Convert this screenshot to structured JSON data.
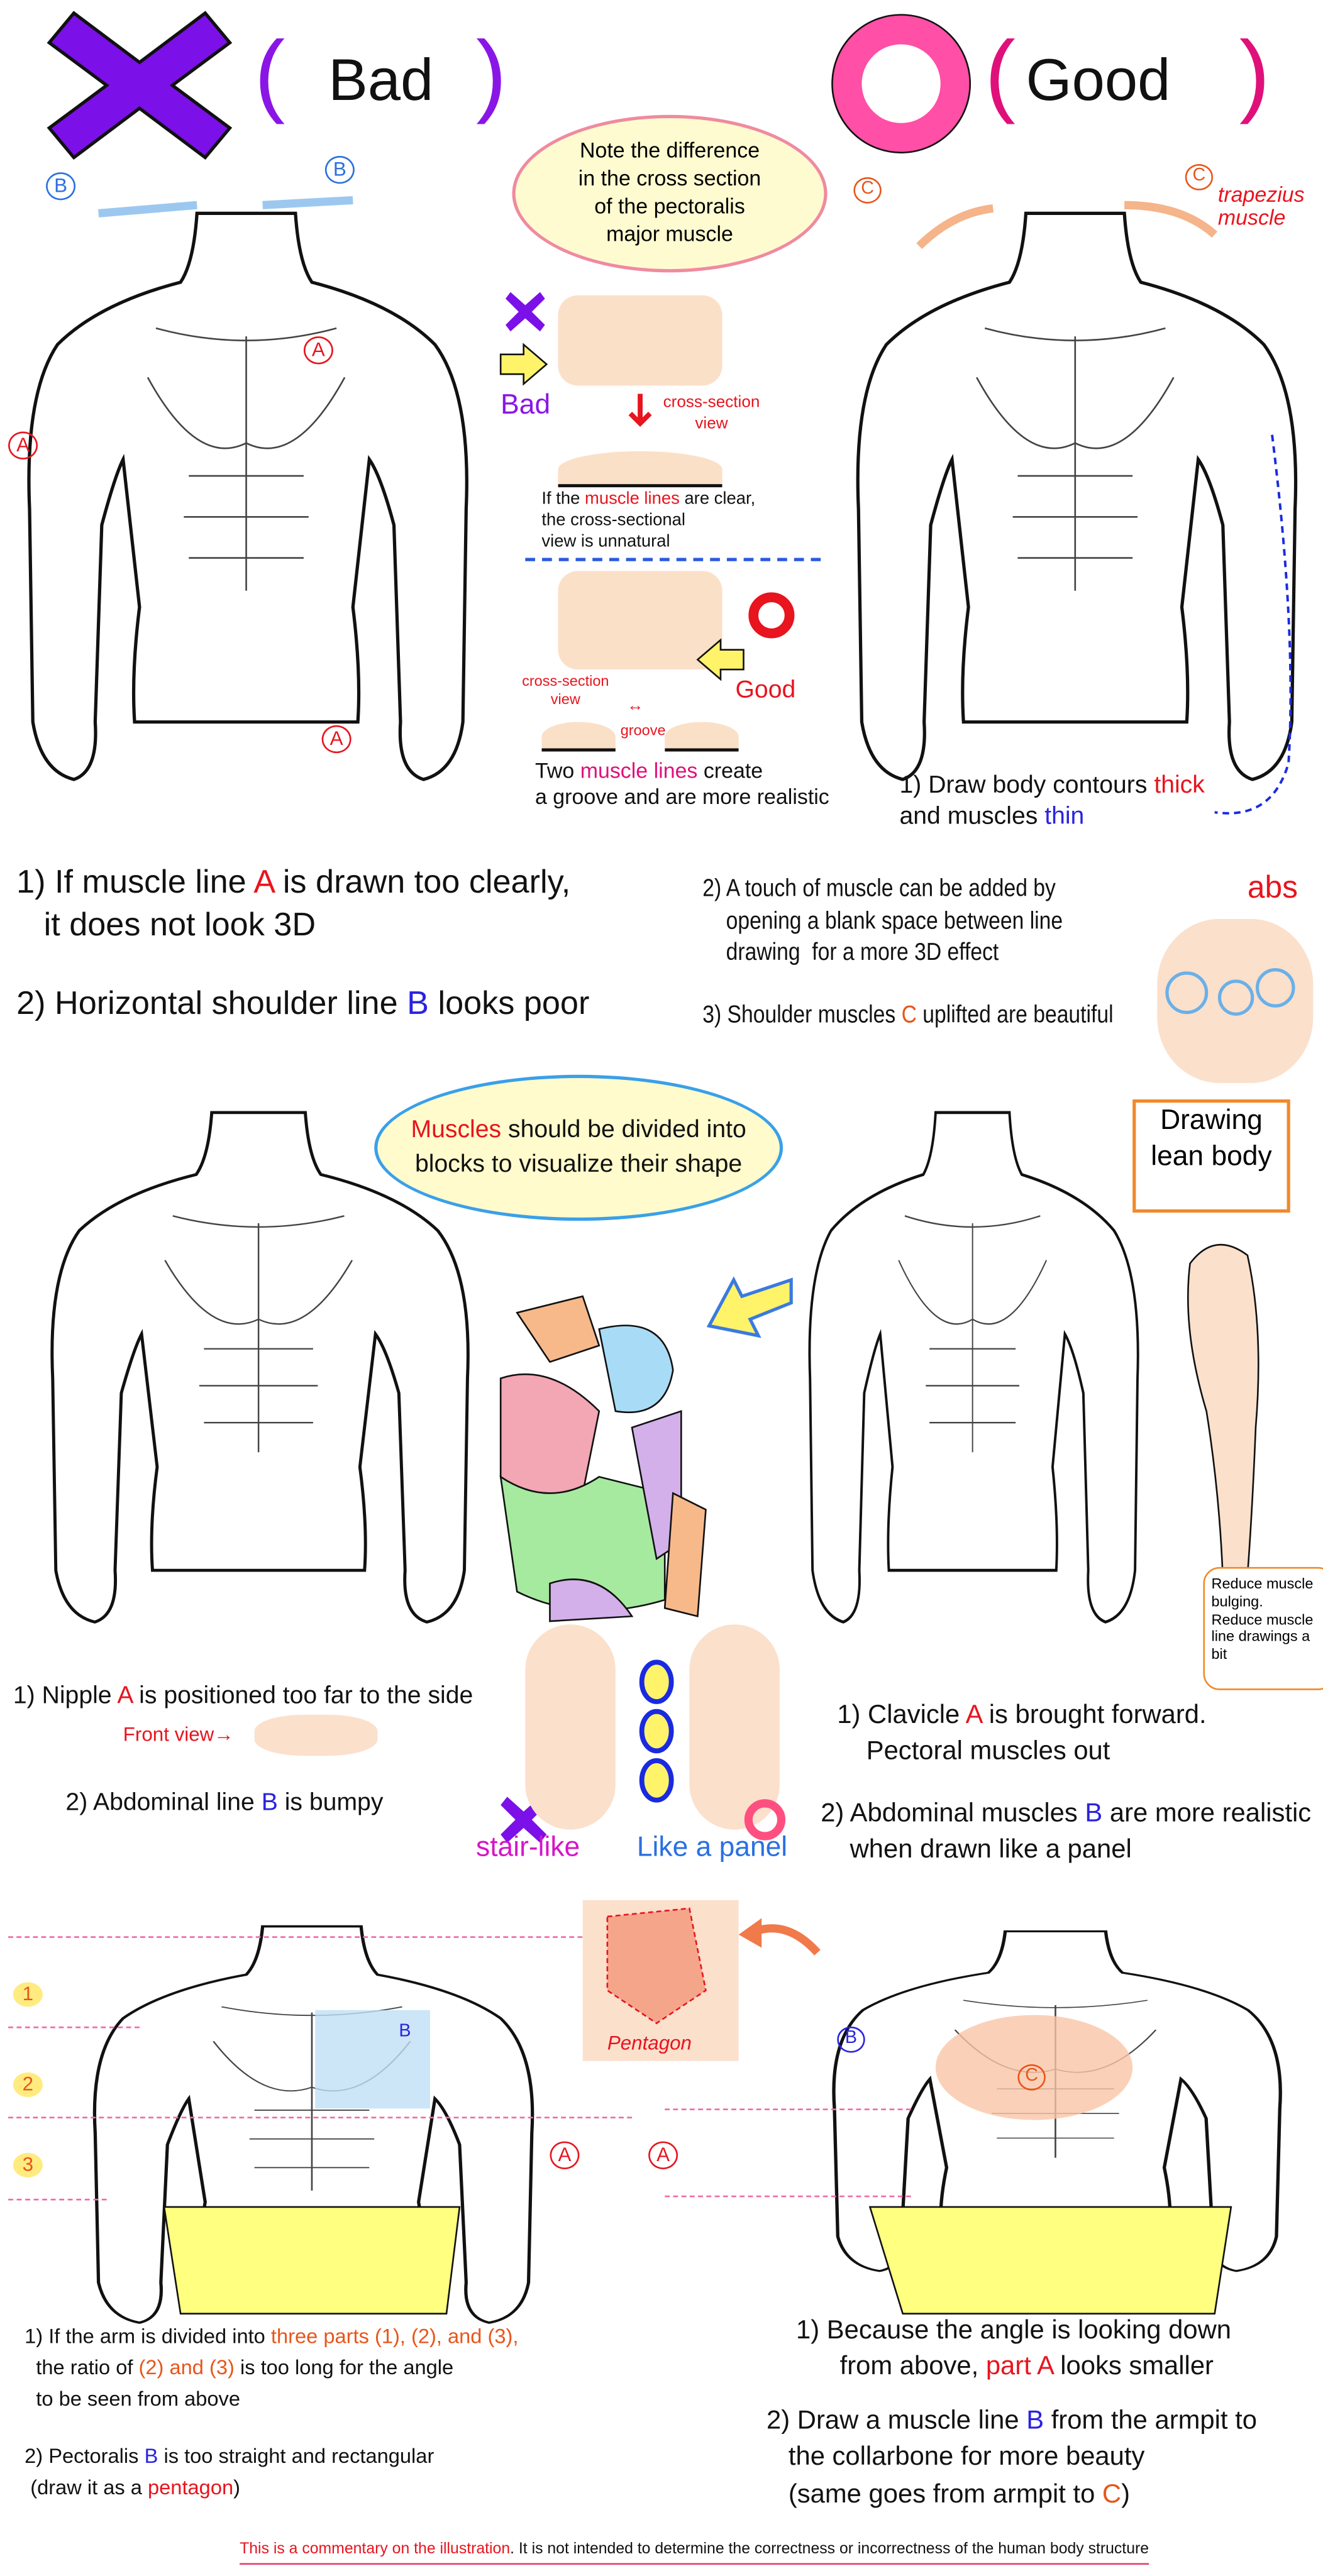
{
  "header": {
    "bad_label": "Bad",
    "good_label": "Good",
    "paren_open": "(",
    "paren_close": ")",
    "colors": {
      "bad": "#7b10e8",
      "good": "#ff4fa6"
    }
  },
  "top": {
    "note_bubble": [
      "Note the difference",
      "in the cross section",
      "of the pectoralis",
      "major muscle"
    ],
    "markers": {
      "a": "A",
      "b": "B",
      "c": "C"
    },
    "trapezius": [
      "trapezius",
      "muscle"
    ],
    "bad_small": "Bad",
    "good_small": "Good",
    "cross_section_view": [
      "cross-section",
      "view"
    ],
    "unnatural_note": [
      [
        {
          "t": "If the ",
          "c": "black"
        },
        {
          "t": "muscle lines",
          "c": "red"
        },
        {
          "t": " are clear,",
          "c": "black"
        }
      ],
      [
        {
          "t": "the cross-sectional",
          "c": "black"
        }
      ],
      [
        {
          "t": "view is unnatural",
          "c": "black"
        }
      ]
    ],
    "groove": "groove",
    "groove_note": [
      [
        {
          "t": "Two ",
          "c": "black"
        },
        {
          "t": "muscle lines",
          "c": "pink"
        },
        {
          "t": " create",
          "c": "black"
        }
      ],
      [
        {
          "t": "a groove and are more realistic",
          "c": "black"
        }
      ]
    ],
    "contours_note": [
      [
        {
          "t": "1) Draw body contours ",
          "c": "black"
        },
        {
          "t": "thick",
          "c": "red"
        }
      ],
      [
        {
          "t": "and muscles ",
          "c": "black"
        },
        {
          "t": "thin",
          "c": "blue"
        }
      ]
    ],
    "bad_points": [
      [
        [
          {
            "t": "1) If muscle line ",
            "c": "black"
          },
          {
            "t": "A",
            "c": "red"
          },
          {
            "t": " is drawn too clearly,",
            "c": "black"
          }
        ],
        [
          {
            "t": "   it does not look 3D",
            "c": "black"
          }
        ]
      ],
      [
        [
          {
            "t": "2) Horizontal shoulder line ",
            "c": "black"
          },
          {
            "t": "B",
            "c": "blue"
          },
          {
            "t": " looks poor",
            "c": "black"
          }
        ]
      ]
    ],
    "good_points": [
      [
        [
          {
            "t": "2) A touch of muscle can be added by",
            "c": "black"
          }
        ],
        [
          {
            "t": "    opening a blank space between line",
            "c": "black"
          }
        ],
        [
          {
            "t": "    drawing  for a more 3D effect",
            "c": "black"
          }
        ]
      ],
      [
        [
          {
            "t": "3) Shoulder muscles ",
            "c": "black"
          },
          {
            "t": "C",
            "c": "orange"
          },
          {
            "t": " uplifted are beautiful",
            "c": "black"
          }
        ]
      ]
    ],
    "abs_label": "abs"
  },
  "middle": {
    "blocks_bubble": [
      [
        {
          "t": "Muscles",
          "c": "red"
        },
        {
          "t": " should be divided into",
          "c": "black"
        }
      ],
      [
        {
          "t": "blocks to visualize their shape",
          "c": "black"
        }
      ]
    ],
    "lean_box": [
      "Drawing",
      "lean body"
    ],
    "reduce_note": [
      "Reduce muscle",
      "bulging.",
      "Reduce muscle",
      "line drawings a bit"
    ],
    "left_points": [
      [
        [
          {
            "t": "1) Nipple ",
            "c": "black"
          },
          {
            "t": "A",
            "c": "red"
          },
          {
            "t": " is positioned too far to the side",
            "c": "black"
          }
        ]
      ],
      [
        [
          {
            "t": "2) Abdominal line ",
            "c": "black"
          },
          {
            "t": "B",
            "c": "blue"
          },
          {
            "t": " is bumpy",
            "c": "black"
          }
        ]
      ]
    ],
    "front_view": "Front view→",
    "stair_like": "stair-like",
    "like_panel": "Like a panel",
    "right_points": [
      [
        [
          {
            "t": "1) Clavicle ",
            "c": "black"
          },
          {
            "t": "A",
            "c": "red"
          },
          {
            "t": " is brought forward.",
            "c": "black"
          }
        ],
        [
          {
            "t": "    Pectoral muscles out",
            "c": "black"
          }
        ]
      ],
      [
        [
          {
            "t": "2) Abdominal muscles ",
            "c": "black"
          },
          {
            "t": "B",
            "c": "blue"
          },
          {
            "t": " are more realistic",
            "c": "black"
          }
        ],
        [
          {
            "t": "    when drawn like a panel",
            "c": "black"
          }
        ]
      ]
    ]
  },
  "bottom": {
    "arm_parts": [
      "1",
      "2",
      "3"
    ],
    "pentagon": "Pentagon",
    "left_points": [
      [
        [
          {
            "t": "1) If the arm is divided into ",
            "c": "black"
          },
          {
            "t": "three parts (1), (2), and (3),",
            "c": "orange"
          }
        ],
        [
          {
            "t": "  the ratio of ",
            "c": "black"
          },
          {
            "t": "(2) and (3)",
            "c": "orange"
          },
          {
            "t": " is too long for the angle",
            "c": "black"
          }
        ],
        [
          {
            "t": "  to be seen from above",
            "c": "black"
          }
        ]
      ],
      [
        [
          {
            "t": "2) Pectoralis ",
            "c": "black"
          },
          {
            "t": "B",
            "c": "blue"
          },
          {
            "t": " is too straight and rectangular",
            "c": "black"
          }
        ],
        [
          {
            "t": " (draw it as a ",
            "c": "black"
          },
          {
            "t": "pentagon",
            "c": "red"
          },
          {
            "t": ")",
            "c": "black"
          }
        ]
      ]
    ],
    "right_points": [
      [
        [
          {
            "t": "1) Because the angle is looking down",
            "c": "black"
          }
        ],
        [
          {
            "t": "      from above, ",
            "c": "black"
          },
          {
            "t": "part A",
            "c": "red"
          },
          {
            "t": " looks smaller",
            "c": "black"
          }
        ]
      ],
      [
        [
          {
            "t": "2) Draw a muscle line ",
            "c": "black"
          },
          {
            "t": "B",
            "c": "blue"
          },
          {
            "t": " from the armpit to",
            "c": "black"
          }
        ],
        [
          {
            "t": "   the collarbone for more beauty",
            "c": "black"
          }
        ],
        [
          {
            "t": "   (same goes from armpit to ",
            "c": "black"
          },
          {
            "t": "C",
            "c": "orange"
          },
          {
            "t": ")",
            "c": "black"
          }
        ]
      ]
    ]
  },
  "footer": [
    {
      "t": "This is a commentary on the illustration",
      "c": "red"
    },
    {
      "t": ". It is not intended to determine the correctness or incorrectness of the human body structure",
      "c": "black"
    }
  ]
}
